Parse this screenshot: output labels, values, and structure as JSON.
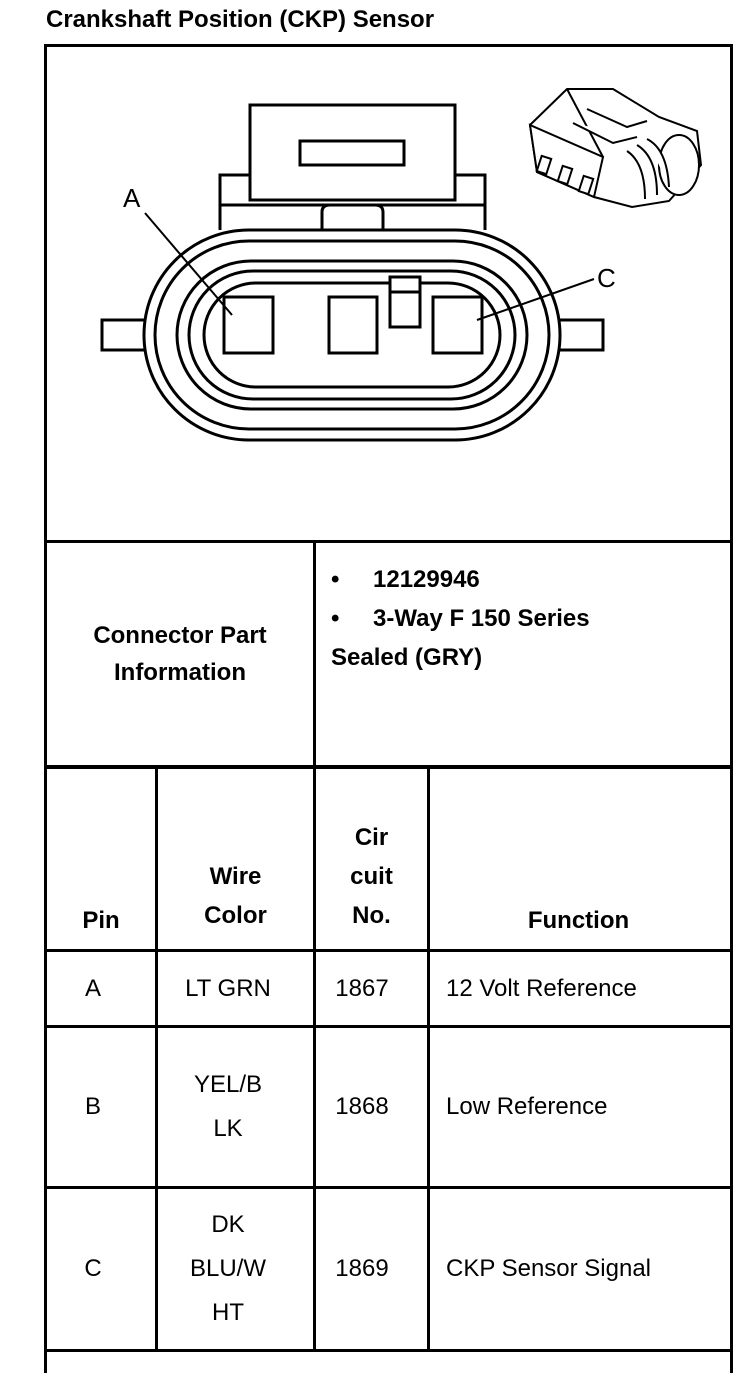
{
  "title": "Crankshaft Position (CKP) Sensor",
  "diagram": {
    "pin_a_label": "A",
    "pin_c_label": "C"
  },
  "connector_part": {
    "label_line1": "Connector Part",
    "label_line2": "Information",
    "part_number": "12129946",
    "description_line1": "3-Way F 150 Series",
    "description_line2": "Sealed (GRY)"
  },
  "table": {
    "headers": {
      "pin": "Pin",
      "wire_color_line1": "Wire",
      "wire_color_line2": "Color",
      "circuit_line1": "Cir",
      "circuit_line2": "cuit",
      "circuit_line3": "No.",
      "function": "Function"
    },
    "rows": [
      {
        "pin": "A",
        "wire_lines": [
          "LT GRN"
        ],
        "circuit": "1867",
        "function": "12 Volt Reference"
      },
      {
        "pin": "B",
        "wire_lines": [
          "YEL/B",
          "LK"
        ],
        "circuit": "1868",
        "function": "Low Reference"
      },
      {
        "pin": "C",
        "wire_lines": [
          "DK",
          "BLU/W",
          "HT"
        ],
        "circuit": "1869",
        "function": "CKP Sensor Signal"
      }
    ]
  }
}
